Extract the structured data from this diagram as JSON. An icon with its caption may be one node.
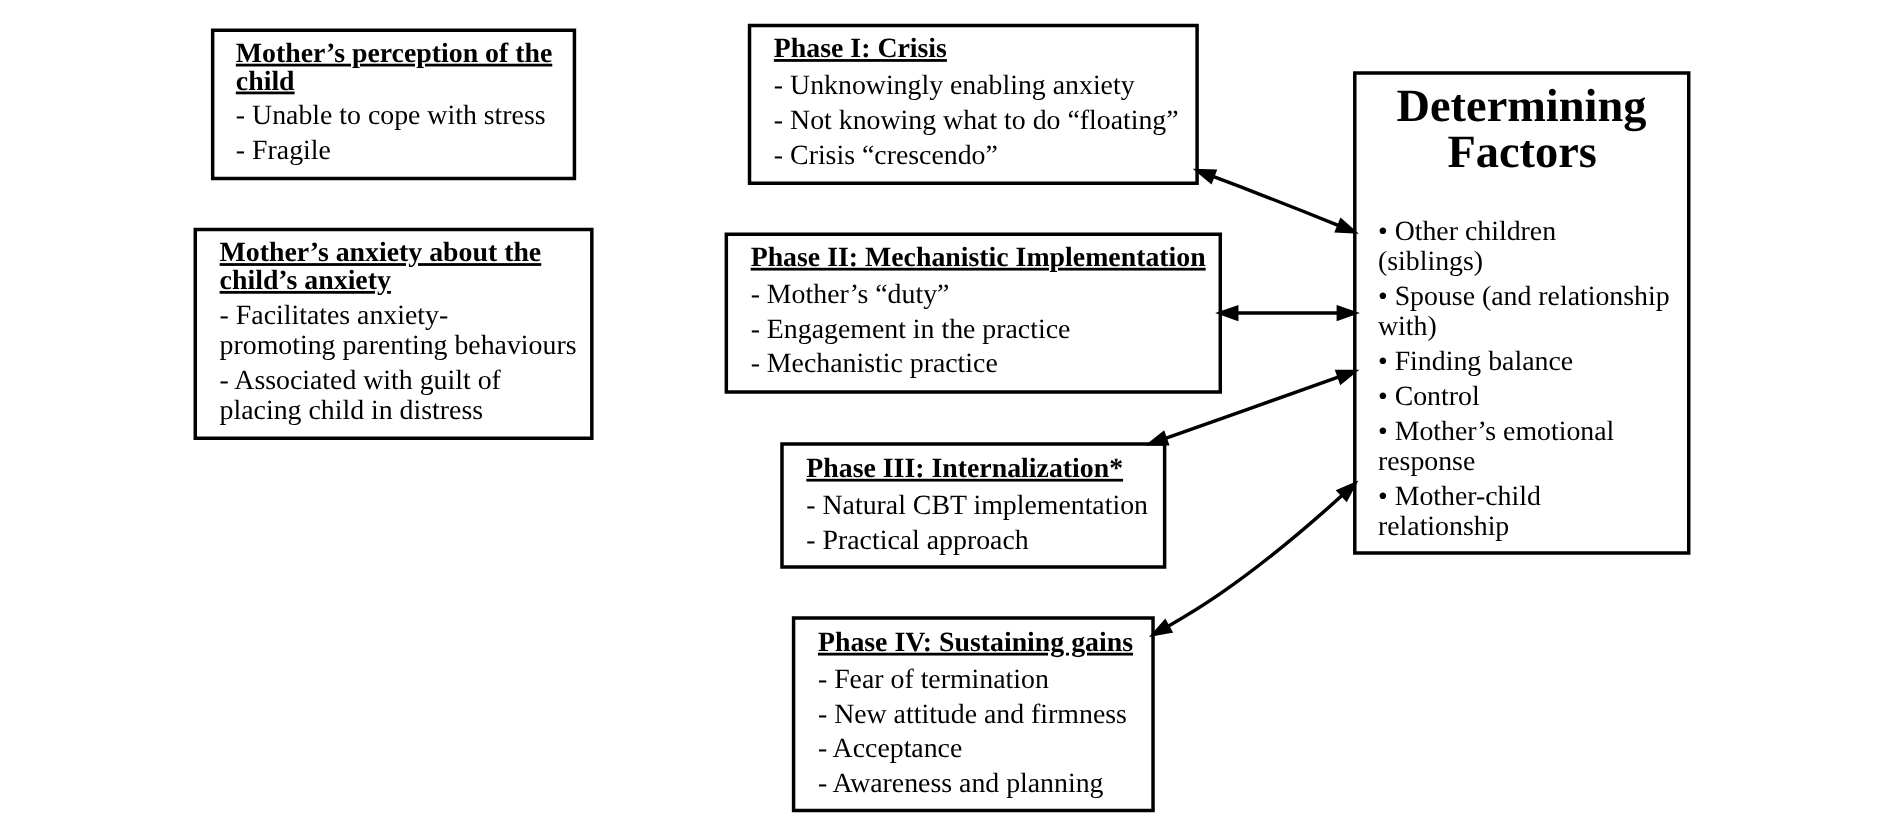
{
  "diagram": {
    "nodes": [
      {
        "text": [
          "Mother’s perception of the child",
          "- Unable to cope with stress",
          "- Fragile"
        ]
      },
      {
        "text": [
          "Mother’s anxiety about the child’s anxiety",
          "- Facilitates anxiety-promoting parenting behaviours",
          "- Associated with guilt of placing child in distress"
        ]
      },
      {
        "text": [
          "Phase I: Crisis",
          "- Unknowingly enabling anxiety",
          "- Not knowing what to do “floating”",
          "- Crisis “crescendo”"
        ]
      },
      {
        "text": [
          "Phase II: Mechanistic Implementation",
          "- Mother’s “duty”",
          "- Engagement in the practice",
          "- Mechanistic practice"
        ]
      },
      {
        "text": [
          "Phase III: Internalization*",
          "- Natural CBT implementation",
          "- Practical approach"
        ]
      },
      {
        "text": [
          "Phase IV: Sustaining gains",
          "- Fear of termination",
          "- New attitude and firmness",
          "- Acceptance",
          "- Awareness and planning"
        ]
      },
      {
        "text": [
          "Determining Factors",
          "• Other children (siblings)",
          "• Spouse (and relationship with)",
          "• Finding balance",
          "• Control",
          "• Mother’s emotional response",
          "• Mother-child relationship"
        ]
      }
    ],
    "edges": [
      {
        "from": 2,
        "to": 6,
        "arrow": "both"
      },
      {
        "from": 3,
        "to": 6,
        "arrow": "both"
      },
      {
        "from": 4,
        "to": 6,
        "arrow": "both"
      },
      {
        "from": 5,
        "to": 6,
        "arrow": "both"
      }
    ]
  }
}
